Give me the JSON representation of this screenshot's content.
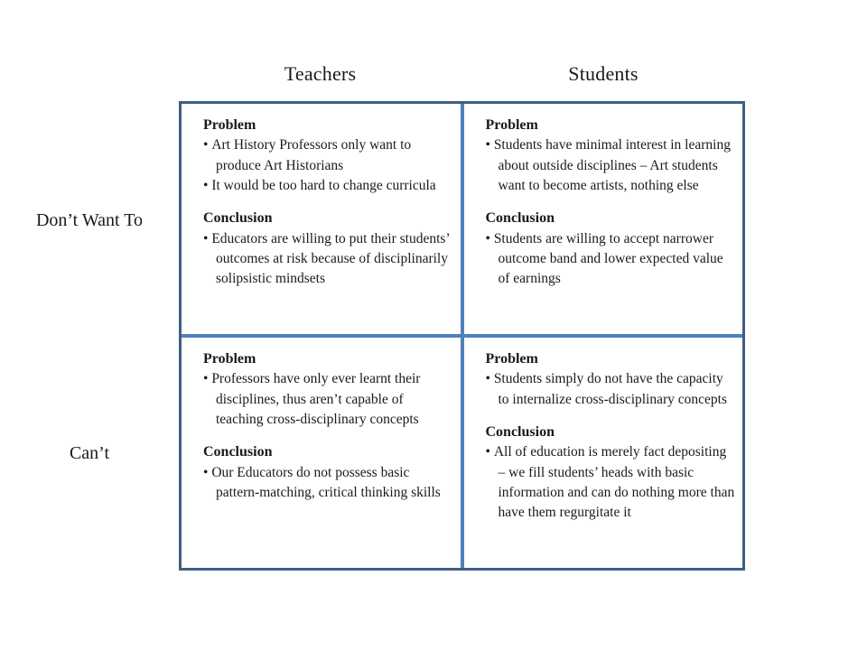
{
  "colors": {
    "outer_border": "#3F5F82",
    "inner_border": "#4F81BD",
    "text": "#1A1A1A",
    "background": "#FFFFFF"
  },
  "matrix": {
    "column_headers": [
      "Teachers",
      "Students"
    ],
    "row_headers": [
      "Don’t Want To",
      "Can’t"
    ],
    "bullet_char": "•",
    "cells": [
      {
        "column": "Teachers",
        "row": "Don’t Want To",
        "problem": {
          "label": "Problem",
          "bullets": [
            "Art History Professors only want to produce Art Historians",
            "It would be too hard to change curricula"
          ]
        },
        "conclusion": {
          "label": "Conclusion",
          "bullets": [
            "Educators are willing to put their students’ outcomes at risk because of disciplinarily solipsistic mindsets"
          ]
        }
      },
      {
        "column": "Students",
        "row": "Don’t Want To",
        "problem": {
          "label": "Problem",
          "bullets": [
            "Students have minimal interest in learning about outside disciplines – Art students want to become artists, nothing else"
          ]
        },
        "conclusion": {
          "label": "Conclusion",
          "bullets": [
            "Students are willing to accept narrower outcome band and lower expected value of earnings"
          ]
        }
      },
      {
        "column": "Teachers",
        "row": "Can’t",
        "problem": {
          "label": "Problem",
          "bullets": [
            "Professors have only ever learnt their disciplines, thus aren’t capable of teaching cross-disciplinary concepts"
          ]
        },
        "conclusion": {
          "label": "Conclusion",
          "bullets": [
            "Our Educators do not possess basic pattern-matching, critical thinking skills"
          ]
        }
      },
      {
        "column": "Students",
        "row": "Can’t",
        "problem": {
          "label": "Problem",
          "bullets": [
            "Students simply do not have the capacity to internalize cross-disciplinary concepts"
          ]
        },
        "conclusion": {
          "label": "Conclusion",
          "bullets": [
            "All of education is merely fact depositing – we fill students’ heads with basic information and can do nothing more than have them regurgitate it"
          ]
        }
      }
    ]
  }
}
